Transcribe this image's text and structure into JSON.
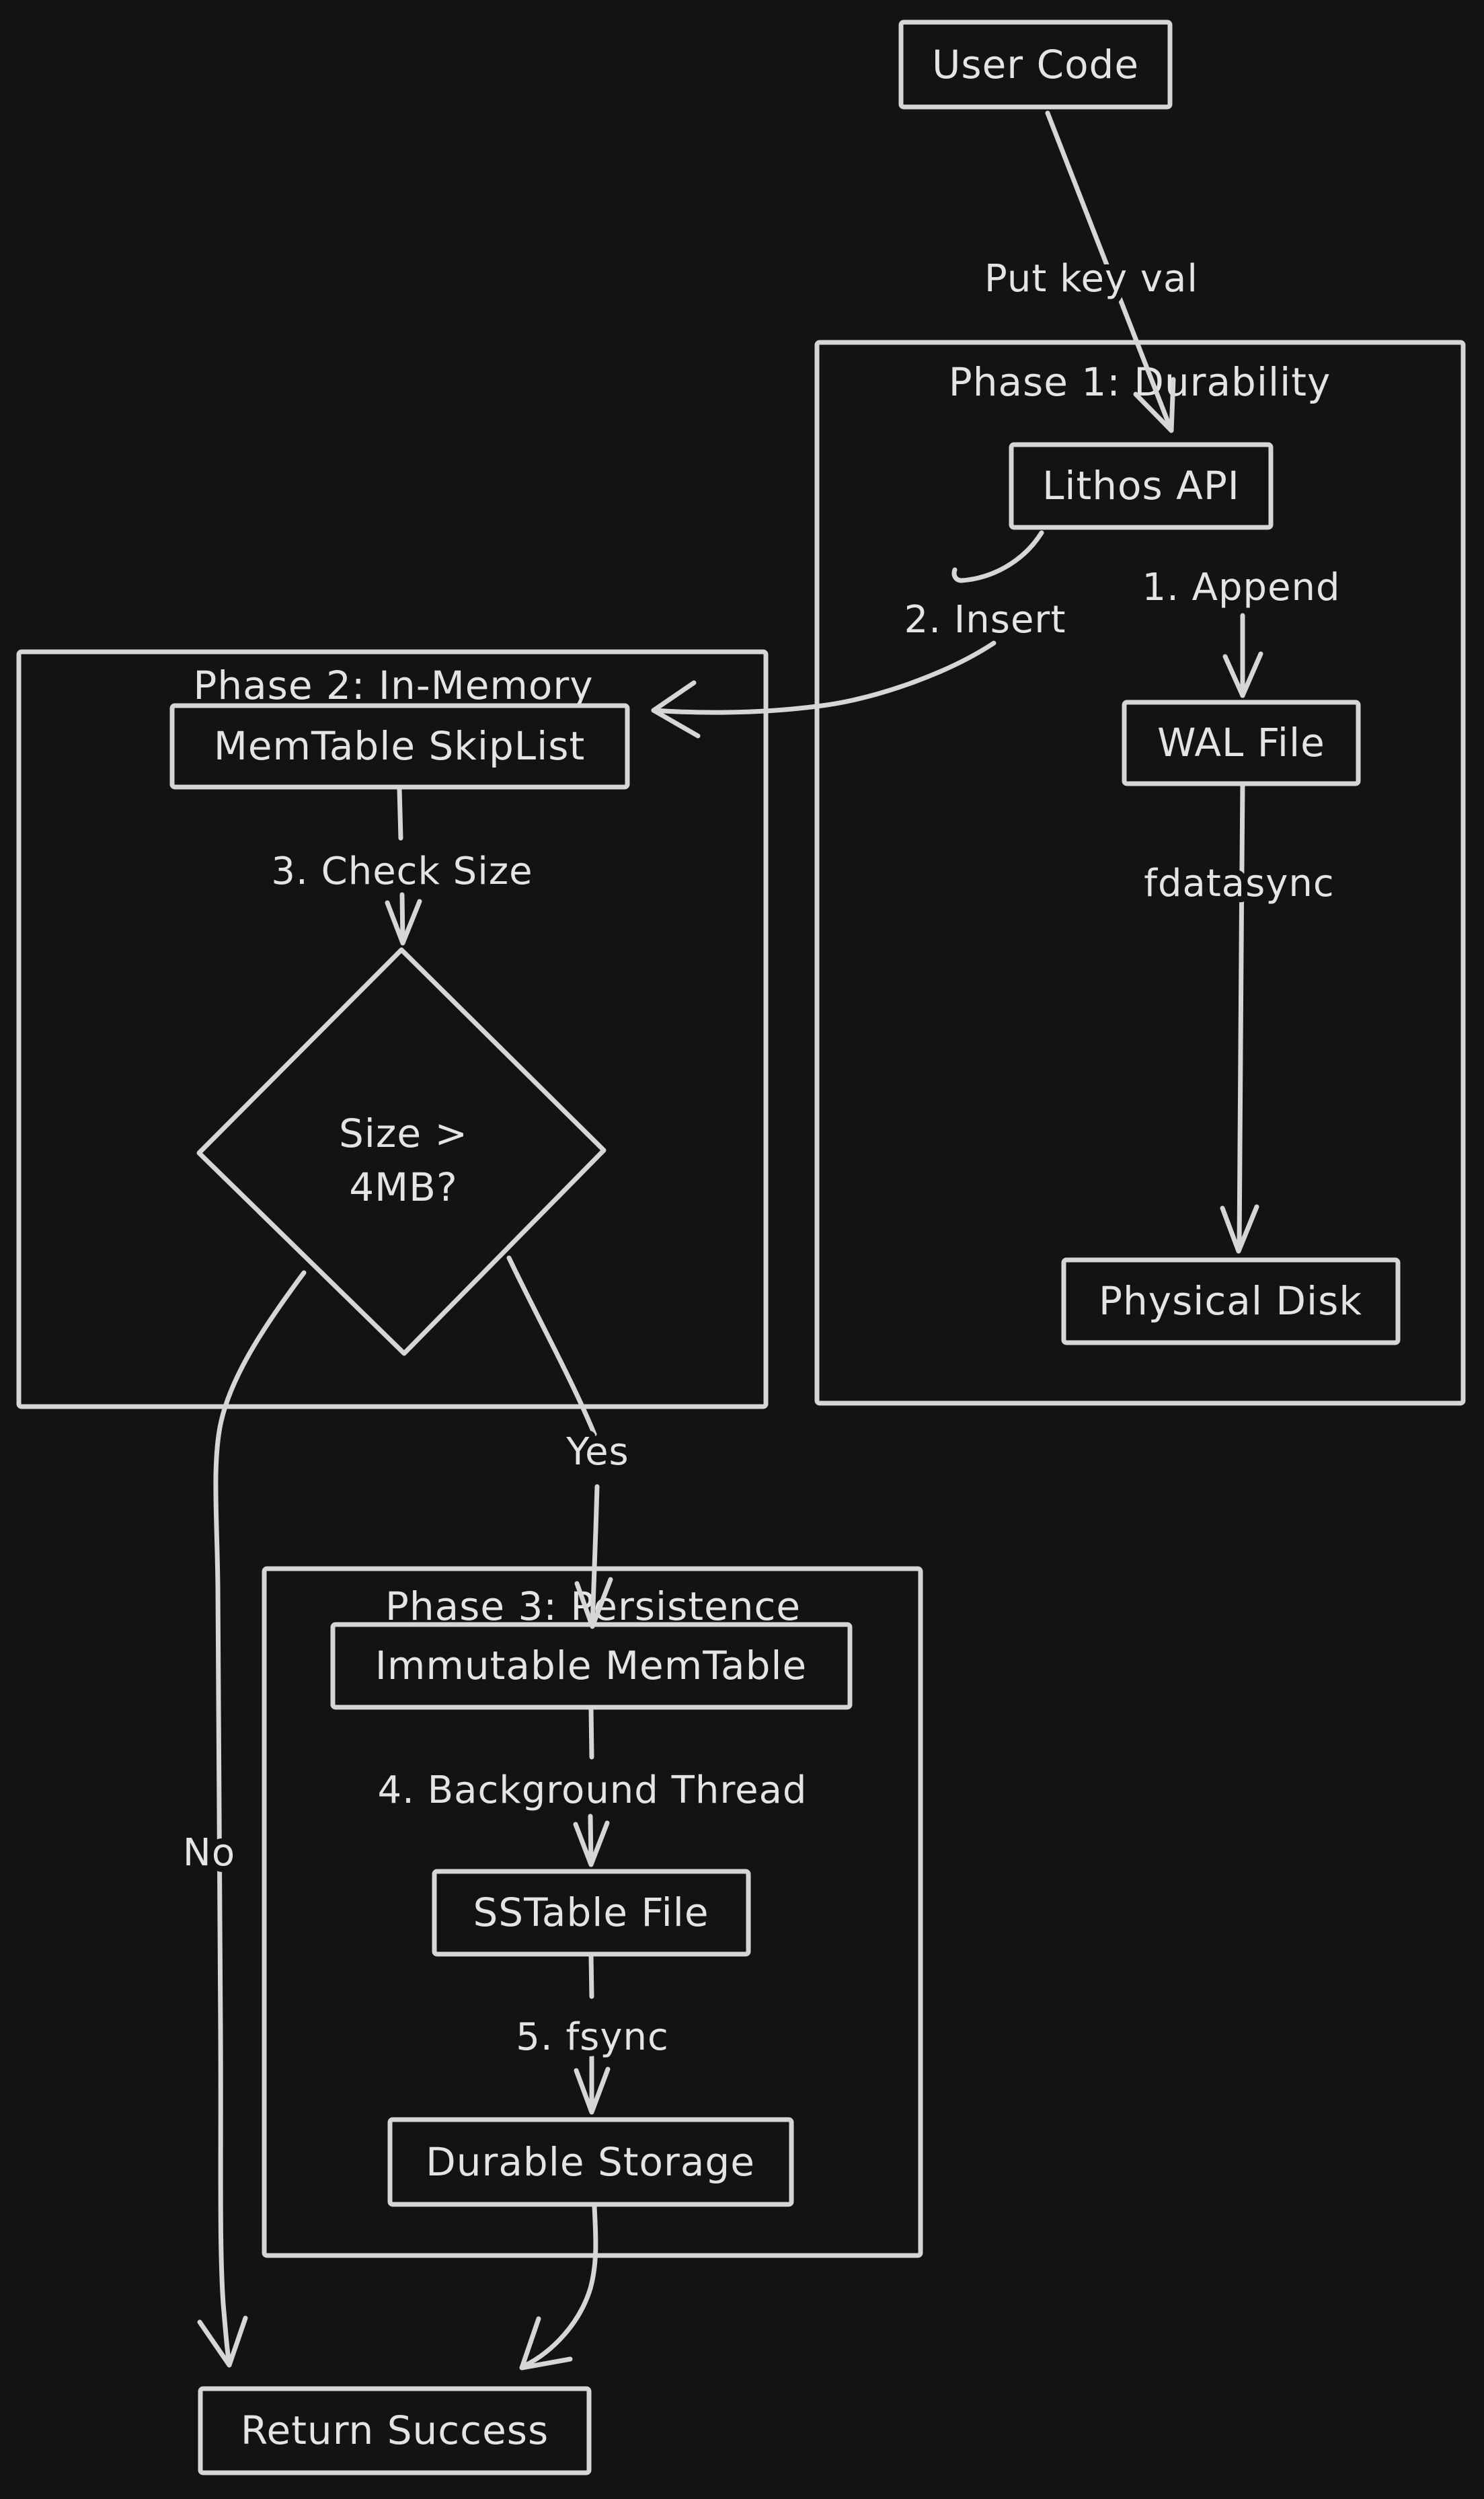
{
  "colors": {
    "background": "#131313",
    "stroke": "#d6d6d6",
    "text": "#e4e4e4"
  },
  "diagram": {
    "nodes": {
      "user_code": "User Code",
      "lithos_api": "Lithos API",
      "wal_file": "WAL File",
      "physical_disk": "Physical Disk",
      "memtable_skiplist": "MemTable SkipList",
      "size_check_line1": "Size >",
      "size_check_line2": "4MB?",
      "immutable_memtable": "Immutable MemTable",
      "sstable_file": "SSTable File",
      "durable_storage": "Durable Storage",
      "return_success": "Return Success"
    },
    "containers": {
      "phase1": "Phase 1: Durability",
      "phase2": "Phase 2: In-Memory",
      "phase3": "Phase 3: Persistence"
    },
    "edge_labels": {
      "put_key_val": "Put key val",
      "append": "1. Append",
      "insert": "2. Insert",
      "fdatasync": "fdatasync",
      "check_size": "3. Check Size",
      "yes": "Yes",
      "no": "No",
      "background_thread": "4. Background Thread",
      "fsync": "5. fsync"
    }
  }
}
